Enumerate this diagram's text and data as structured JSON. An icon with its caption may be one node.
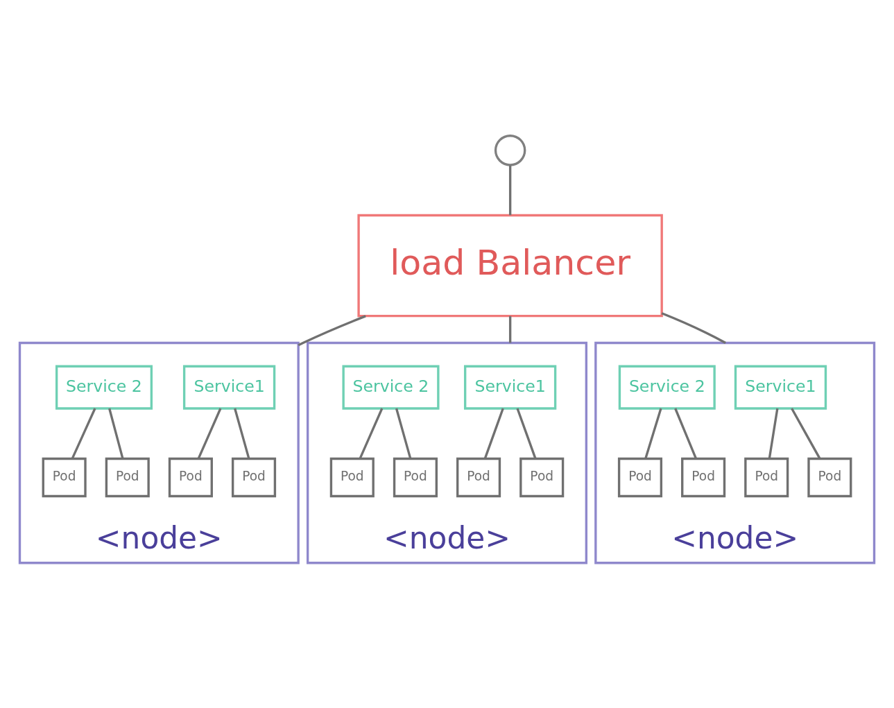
{
  "diagram": {
    "nodes": [
      {
        "text": [],
        "shape": "person"
      },
      {
        "text": [
          "load Balancer"
        ]
      },
      {
        "text": [
          "<node>"
        ]
      },
      {
        "text": [
          "Service1"
        ],
        "in": 2
      },
      {
        "text": [
          "Service 2"
        ],
        "in": 2
      },
      {
        "text": [
          "Pod"
        ],
        "in": 2
      },
      {
        "text": [
          "Pod"
        ],
        "in": 2
      },
      {
        "text": [
          "Pod"
        ],
        "in": 2
      },
      {
        "text": [
          "Pod"
        ],
        "in": 2
      },
      {
        "text": [
          "<node>"
        ]
      },
      {
        "text": [
          "Service1"
        ],
        "in": 9
      },
      {
        "text": [
          "Service 2"
        ],
        "in": 9
      },
      {
        "text": [
          "Pod"
        ],
        "in": 9
      },
      {
        "text": [
          "Pod"
        ],
        "in": 9
      },
      {
        "text": [
          "Pod"
        ],
        "in": 9
      },
      {
        "text": [
          "Pod"
        ],
        "in": 9
      },
      {
        "text": [
          "<node>"
        ]
      },
      {
        "text": [
          "Service1"
        ],
        "in": 16
      },
      {
        "text": [
          "Service 2"
        ],
        "in": 16
      },
      {
        "text": [
          "Pod"
        ],
        "in": 16
      },
      {
        "text": [
          "Pod"
        ],
        "in": 16
      },
      {
        "text": [
          "Pod"
        ],
        "in": 16
      },
      {
        "text": [
          "Pod"
        ],
        "in": 16
      }
    ],
    "edges": [
      {
        "from": 0,
        "to": 1,
        "arrow": "none"
      },
      {
        "from": 1,
        "to": 2,
        "arrow": "none"
      },
      {
        "from": 1,
        "to": 9,
        "arrow": "none"
      },
      {
        "from": 1,
        "to": 16,
        "arrow": "none"
      },
      {
        "from": 3,
        "to": 5,
        "arrow": "none"
      },
      {
        "from": 3,
        "to": 6,
        "arrow": "none"
      },
      {
        "from": 4,
        "to": 7,
        "arrow": "none"
      },
      {
        "from": 4,
        "to": 8,
        "arrow": "none"
      },
      {
        "from": 10,
        "to": 12,
        "arrow": "none"
      },
      {
        "from": 10,
        "to": 13,
        "arrow": "none"
      },
      {
        "from": 11,
        "to": 14,
        "arrow": "none"
      },
      {
        "from": 11,
        "to": 15,
        "arrow": "none"
      },
      {
        "from": 17,
        "to": 19,
        "arrow": "none"
      },
      {
        "from": 17,
        "to": 20,
        "arrow": "none"
      },
      {
        "from": 18,
        "to": 21,
        "arrow": "none"
      },
      {
        "from": 18,
        "to": 22,
        "arrow": "none"
      }
    ]
  }
}
